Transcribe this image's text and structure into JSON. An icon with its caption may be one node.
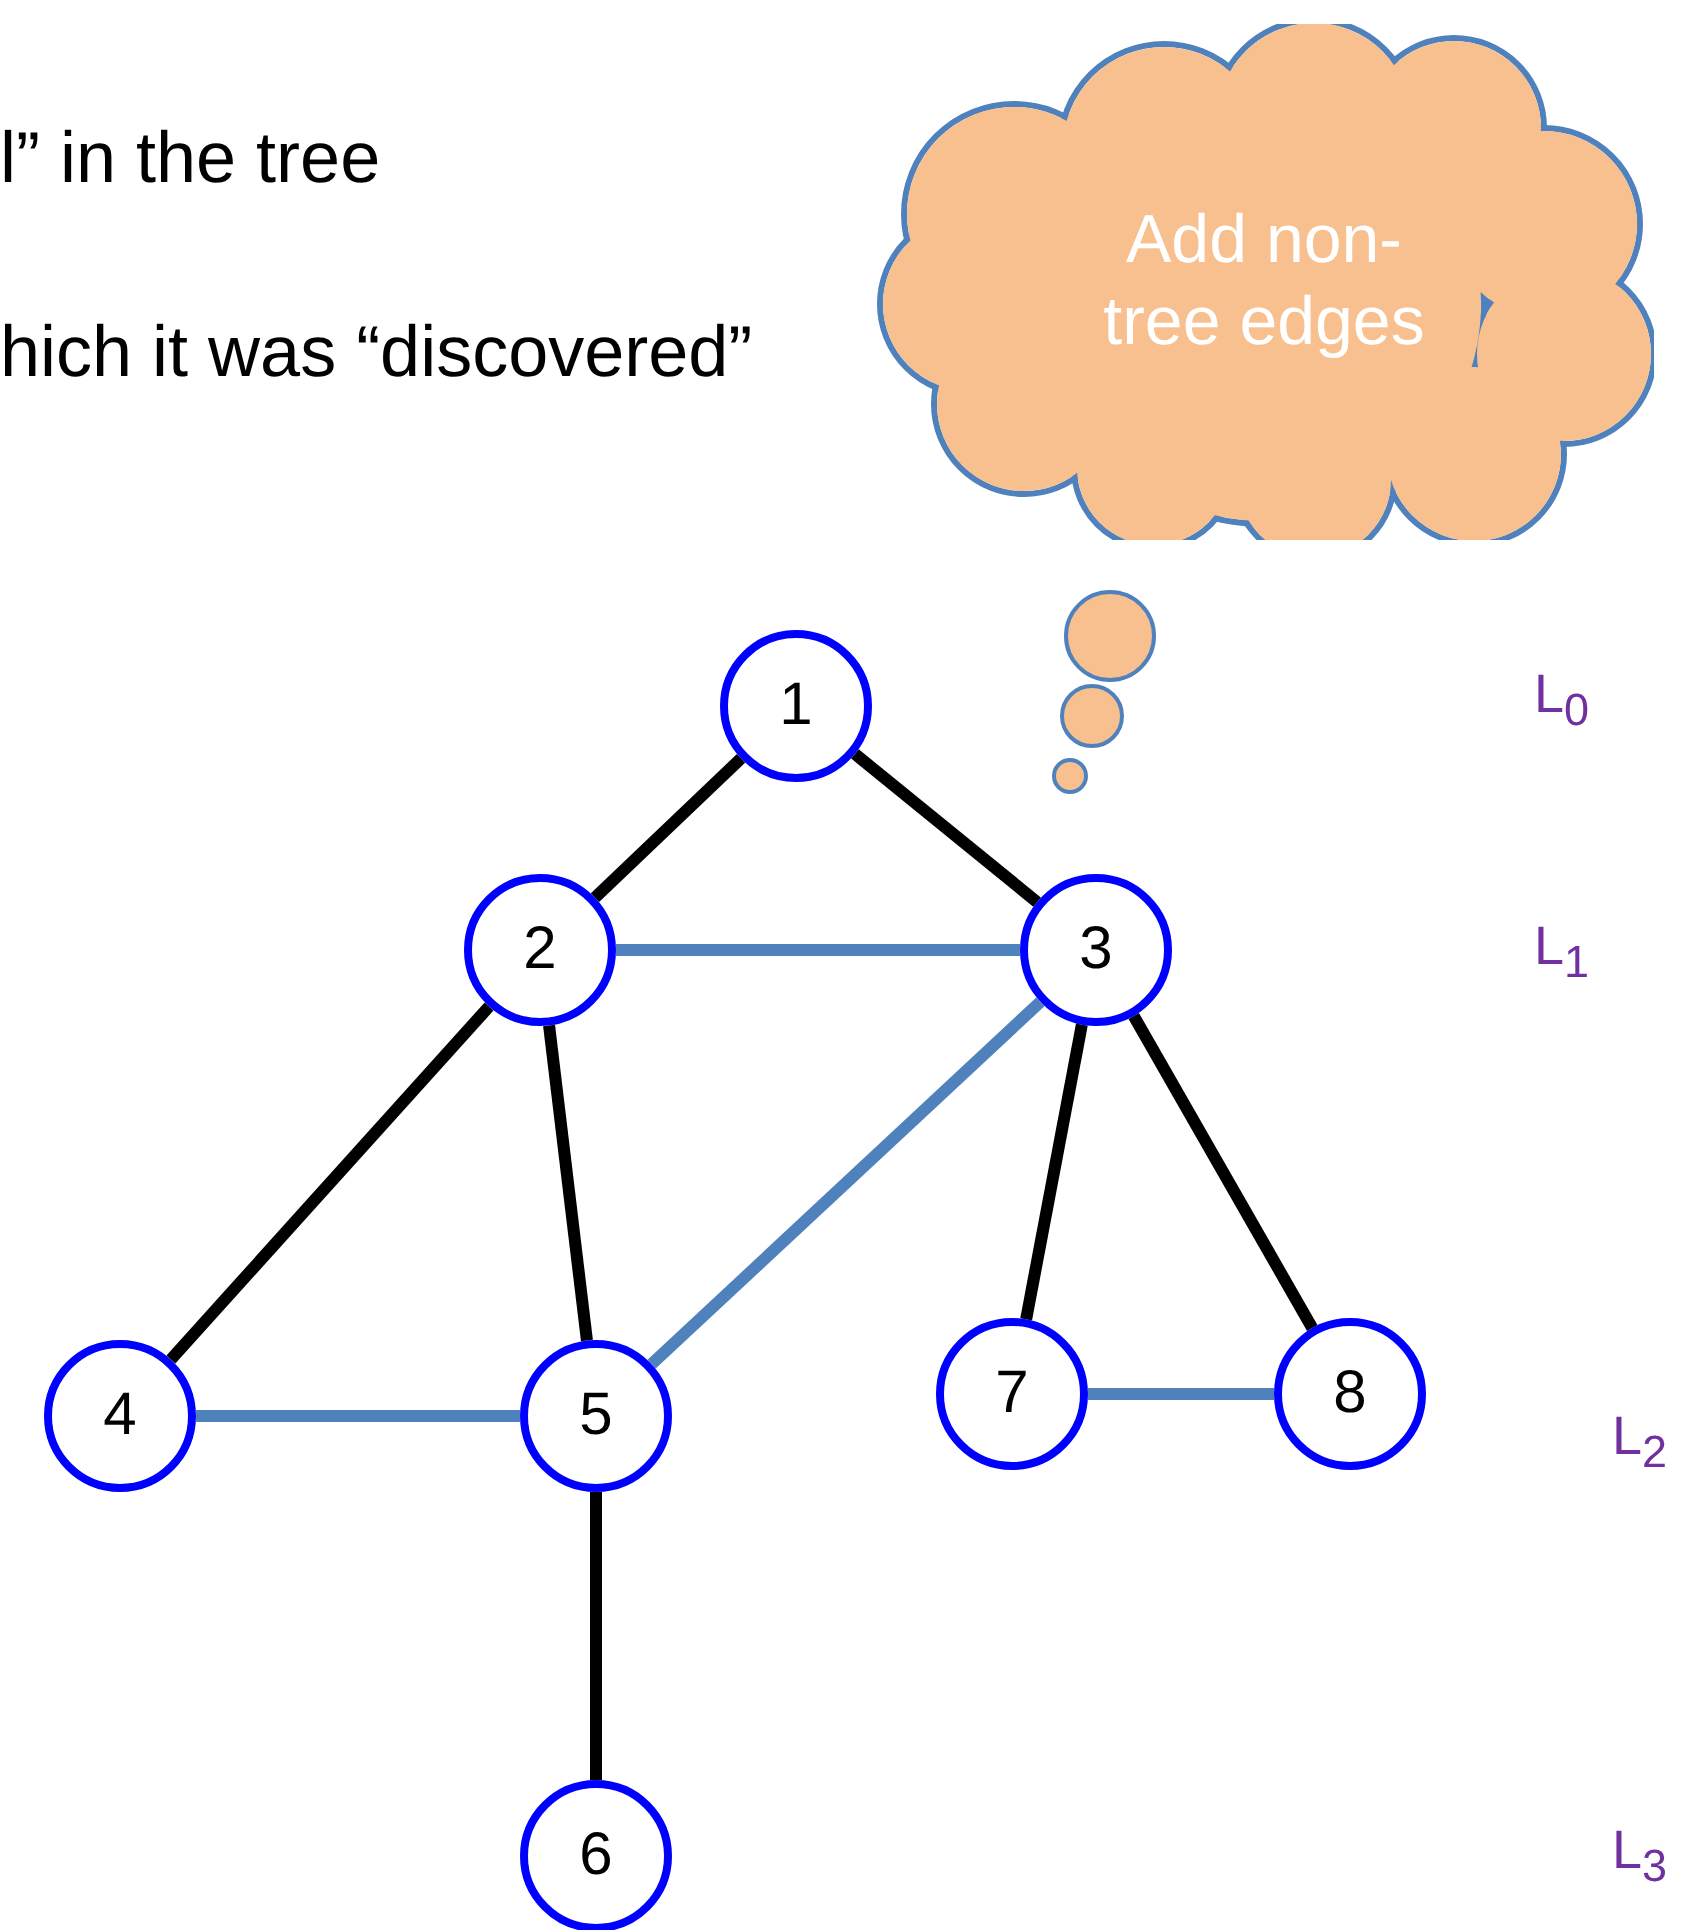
{
  "diagram": {
    "nodes": [
      {
        "text": [
          "1"
        ]
      },
      {
        "text": [
          "2"
        ]
      },
      {
        "text": [
          "3"
        ]
      },
      {
        "text": [
          "4"
        ]
      },
      {
        "text": [
          "5"
        ]
      },
      {
        "text": [
          "6"
        ]
      },
      {
        "text": [
          "7"
        ]
      },
      {
        "text": [
          "8"
        ]
      },
      {
        "text": [
          "Add non-tree edges"
        ]
      }
    ],
    "edges": [
      {
        "from": 0,
        "to": 1,
        "arrow": "none"
      },
      {
        "from": 0,
        "to": 2,
        "arrow": "none"
      },
      {
        "from": 1,
        "to": 2,
        "arrow": "none",
        "color": "#4f81bd"
      },
      {
        "from": 1,
        "to": 3,
        "arrow": "none"
      },
      {
        "from": 1,
        "to": 4,
        "arrow": "none"
      },
      {
        "from": 2,
        "to": 4,
        "arrow": "none",
        "color": "#4f81bd"
      },
      {
        "from": 2,
        "to": 6,
        "arrow": "none"
      },
      {
        "from": 2,
        "to": 7,
        "arrow": "none"
      },
      {
        "from": 3,
        "to": 4,
        "arrow": "none",
        "color": "#4f81bd"
      },
      {
        "from": 4,
        "to": 5,
        "arrow": "none"
      },
      {
        "from": 6,
        "to": 7,
        "arrow": "none",
        "color": "#4f81bd"
      }
    ],
    "labels": [
      "l” in the tree",
      "hich it was “discovered”",
      "L$_{0}$",
      "L$_{1}$",
      "L$_{2}$",
      "L$_{3}$"
    ]
  }
}
